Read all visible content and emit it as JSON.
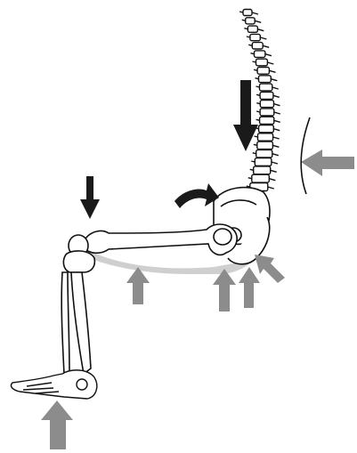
{
  "figure": {
    "subject": "seated-skeleton-pressure-diagram",
    "colors": {
      "background": "#ffffff",
      "bone_fill": "#ffffff",
      "bone_outline": "#111111",
      "shadow": "#cfcfcf",
      "arrow_black": "#1a1a1a",
      "arrow_gray": "#8c8c8c"
    },
    "arrows": {
      "black": [
        "downward-arrow-knee",
        "downward-arrow-spine",
        "curved-arrow-pelvis"
      ],
      "gray": [
        "upward-arrow-foot",
        "upward-arrow-thigh",
        "upward-arrow-buttock-left",
        "upward-arrow-buttock-right",
        "diagonal-arrow-sacrum",
        "leftward-arrow-back"
      ]
    }
  }
}
